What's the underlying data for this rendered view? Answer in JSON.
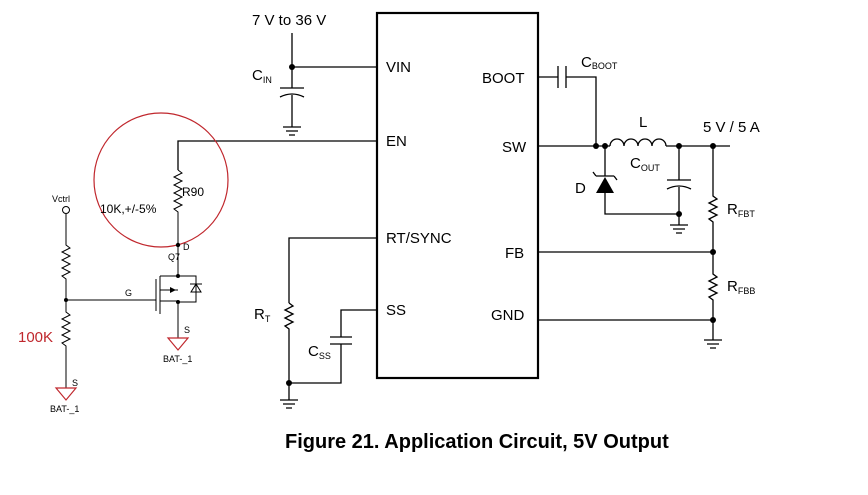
{
  "ic": {
    "pins_left": {
      "vin": "VIN",
      "en": "EN",
      "rt_sync": "RT/SYNC",
      "ss": "SS"
    },
    "pins_right": {
      "boot": "BOOT",
      "sw": "SW",
      "fb": "FB",
      "gnd": "GND"
    }
  },
  "labels": {
    "vin_range": "7 V to 36 V",
    "vout": "5 V / 5 A",
    "cin": {
      "main": "C",
      "sub": "IN"
    },
    "cboot": {
      "main": "C",
      "sub": "BOOT"
    },
    "inductor": "L",
    "cout": {
      "main": "C",
      "sub": "OUT"
    },
    "diode": "D",
    "rfbt": {
      "main": "R",
      "sub": "FBT"
    },
    "rfbb": {
      "main": "R",
      "sub": "FBB"
    },
    "rt": {
      "main": "R",
      "sub": "T"
    },
    "css": {
      "main": "C",
      "sub": "SS"
    }
  },
  "addon": {
    "vctrl": "Vctrl",
    "r90": "R90",
    "r90_value": "10K,+/-5%",
    "q7": "Q7",
    "drain": "D",
    "gate": "G",
    "source_q7": "S",
    "source_low": "S",
    "bat_q7": "BAT-_1",
    "bat_low": "BAT-_1",
    "r100k": "100K"
  },
  "caption": "Figure 21.  Application Circuit, 5V Output",
  "colors": {
    "annotation": "#c0272d",
    "wire": "#000000"
  }
}
